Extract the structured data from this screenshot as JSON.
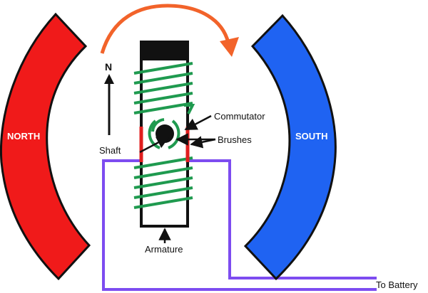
{
  "magnets": {
    "north": {
      "label": "NORTH",
      "color": "#f01a1a"
    },
    "south": {
      "label": "SOUTH",
      "color": "#1f63f2"
    }
  },
  "direction_label": "N",
  "labels": {
    "commutator": "Commutator",
    "brushes": "Brushes",
    "shaft": "Shaft",
    "armature": "Armature",
    "battery": "To Battery"
  },
  "colors": {
    "rotation_arrow": "#f2632a",
    "coil": "#1f9a4f",
    "circuit_wire": "#7d4cf0",
    "brush": "#e01e1e",
    "armature_cap": "#111111"
  },
  "icons": {
    "rotation": "curved-arrow-clockwise",
    "direction": "up-arrow"
  }
}
